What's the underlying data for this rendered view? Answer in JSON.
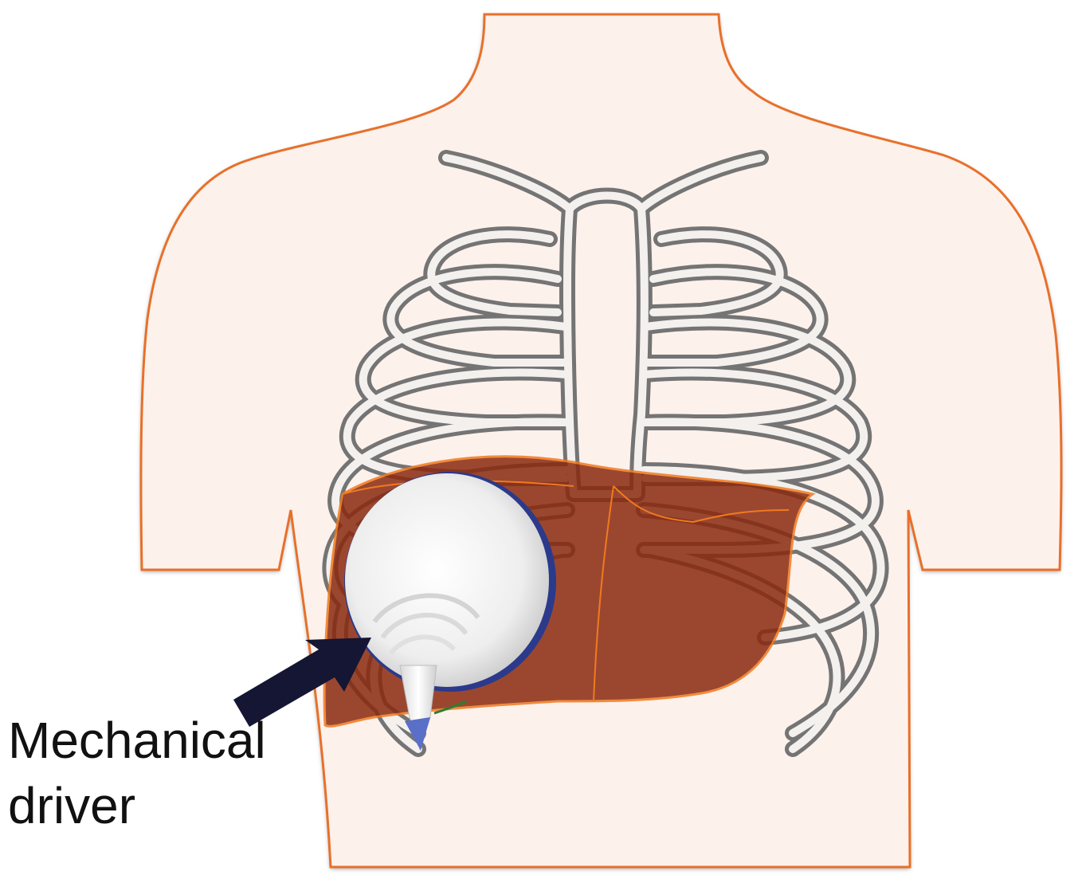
{
  "diagram": {
    "label_line1": "Mechanical",
    "label_line2": "driver",
    "icons": [
      "torso",
      "rib-cage",
      "liver",
      "mechanical-driver",
      "arrow"
    ],
    "colors": {
      "skin": "#fdf1ec",
      "skin_outline": "#e8702a",
      "skin_shadow": "#9a9a9a",
      "rib": "#6e6e6e",
      "rib_fill": "#f3f0ee",
      "liver": "#8b2a10",
      "liver_outline": "#f07a1e",
      "driver": "#f4f4f4",
      "driver_edge": "#2b3a8a",
      "arrow": "#141633"
    }
  }
}
